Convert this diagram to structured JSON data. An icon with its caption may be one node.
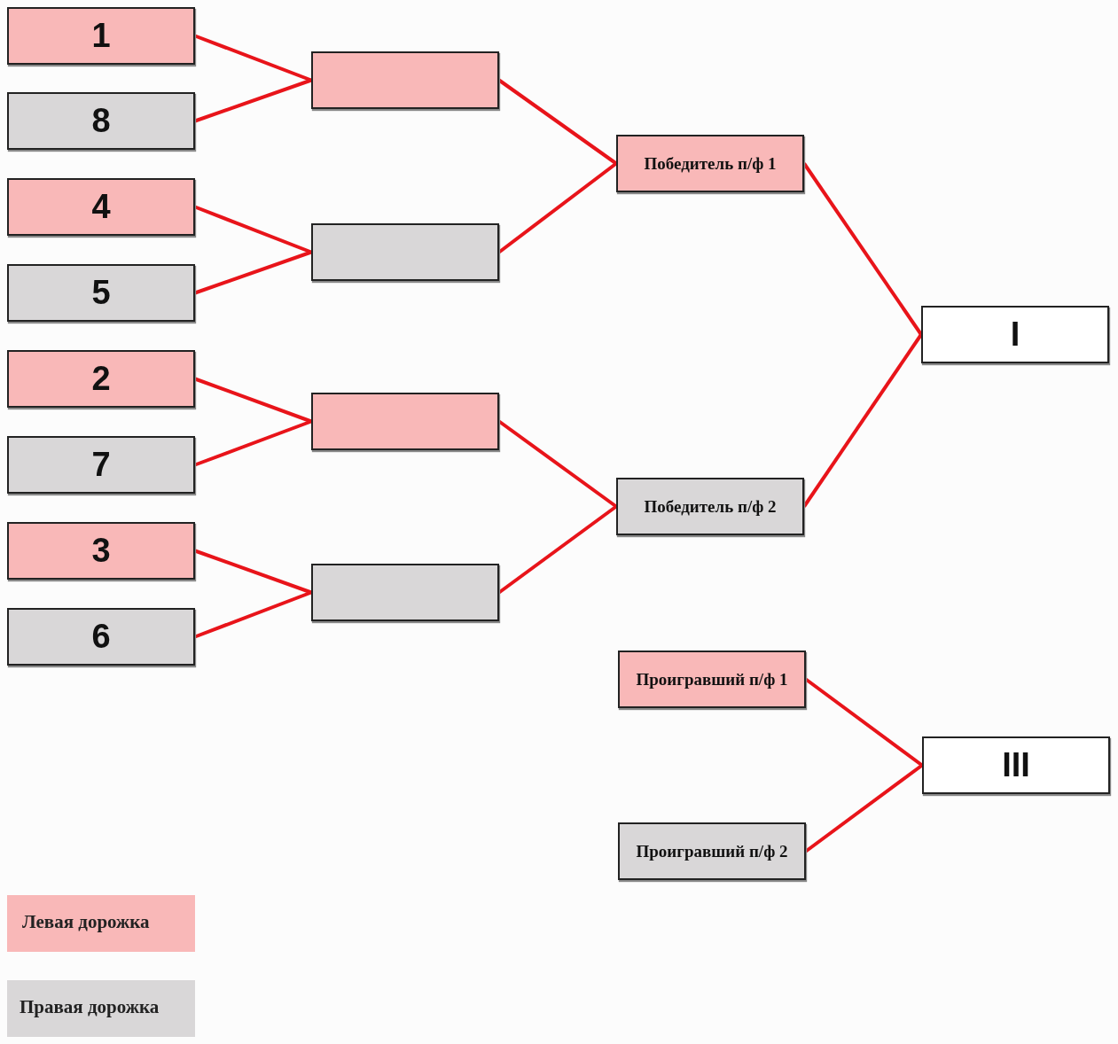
{
  "diagram": {
    "nodes": [
      {
        "text": [
          "1"
        ]
      },
      {
        "text": [
          "8"
        ]
      },
      {
        "text": [
          "4"
        ]
      },
      {
        "text": [
          "5"
        ]
      },
      {
        "text": [
          "2"
        ]
      },
      {
        "text": [
          "7"
        ]
      },
      {
        "text": [
          "3"
        ]
      },
      {
        "text": [
          "6"
        ]
      },
      {
        "text": [],
        "shape": "box"
      },
      {
        "text": [],
        "shape": "box"
      },
      {
        "text": [],
        "shape": "box"
      },
      {
        "text": [],
        "shape": "box"
      },
      {
        "text": [
          "Победитель п/ф 1"
        ]
      },
      {
        "text": [
          "Победитель п/ф 2"
        ]
      },
      {
        "text": [
          "I"
        ]
      },
      {
        "text": [
          "Проигравший п/ф 1"
        ]
      },
      {
        "text": [
          "Проигравший п/ф 2"
        ]
      },
      {
        "text": [
          "III"
        ]
      }
    ],
    "edges": [
      {
        "from": 0,
        "to": 8,
        "arrow": "none"
      },
      {
        "from": 1,
        "to": 8,
        "arrow": "none"
      },
      {
        "from": 2,
        "to": 9,
        "arrow": "none"
      },
      {
        "from": 3,
        "to": 9,
        "arrow": "none"
      },
      {
        "from": 4,
        "to": 10,
        "arrow": "none"
      },
      {
        "from": 5,
        "to": 10,
        "arrow": "none"
      },
      {
        "from": 6,
        "to": 11,
        "arrow": "none"
      },
      {
        "from": 7,
        "to": 11,
        "arrow": "none"
      },
      {
        "from": 8,
        "to": 12,
        "arrow": "none"
      },
      {
        "from": 9,
        "to": 12,
        "arrow": "none"
      },
      {
        "from": 10,
        "to": 13,
        "arrow": "none"
      },
      {
        "from": 11,
        "to": 13,
        "arrow": "none"
      },
      {
        "from": 12,
        "to": 14,
        "arrow": "none"
      },
      {
        "from": 13,
        "to": 14,
        "arrow": "none"
      },
      {
        "from": 15,
        "to": 17,
        "arrow": "none"
      },
      {
        "from": 16,
        "to": 17,
        "arrow": "none"
      }
    ],
    "legend": [
      {
        "text": "Левая дорожка",
        "color": "#f9b8b8"
      },
      {
        "text": "Правая дорожка",
        "color": "#d9d7d8"
      }
    ]
  }
}
